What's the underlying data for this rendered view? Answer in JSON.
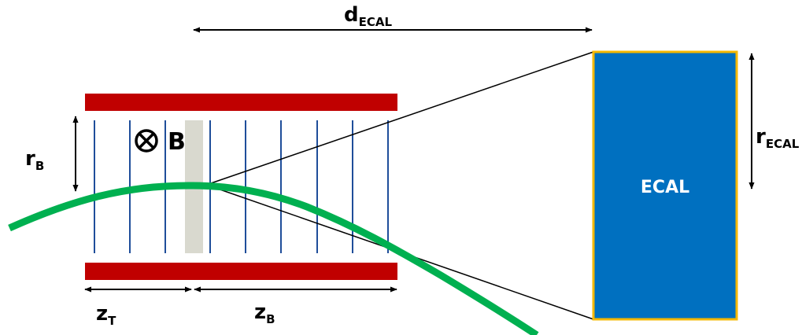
{
  "labels": {
    "d_main": "d",
    "d_sub": "ECAL",
    "r_ecal_main": "r",
    "r_ecal_sub": "ECAL",
    "r_b_main": "r",
    "r_b_sub": "B",
    "z_t_main": "z",
    "z_t_sub": "T",
    "z_b_main": "z",
    "z_b_sub": "B",
    "field_symbol": "⊗",
    "field_label": "B",
    "ecal_block": "ECAL"
  },
  "colors": {
    "magnet_bar": "#c00000",
    "tracker_plane": "#1f4e9a",
    "target": "#d9d9cf",
    "trajectory": "#00b050",
    "ecal_fill": "#0070c0",
    "ecal_border": "#f5b800",
    "lines": "#000000"
  }
}
